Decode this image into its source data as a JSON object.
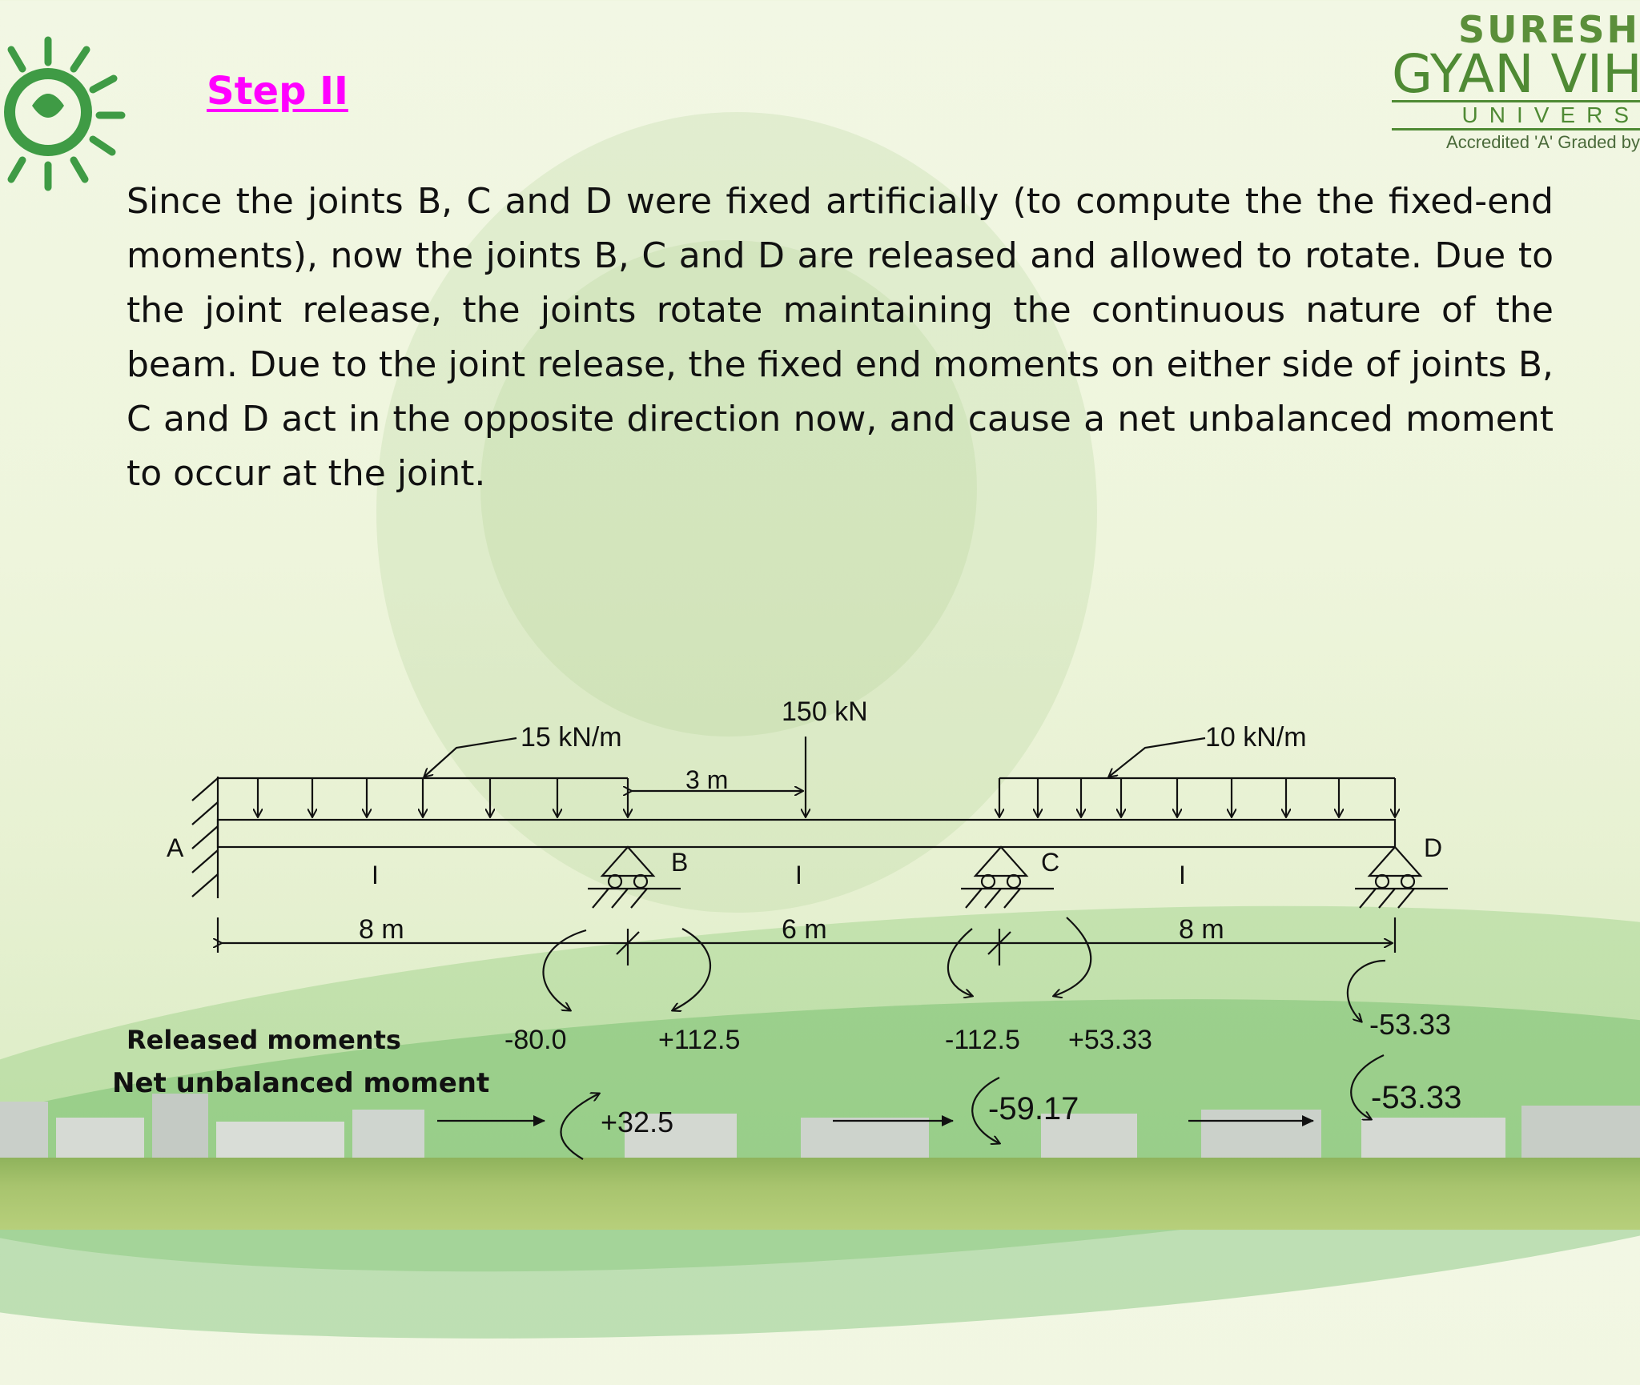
{
  "slide": {
    "title": "Step II",
    "paragraph": "Since the joints B, C and D were fixed artificially (to compute the the fixed-end moments), now the joints B, C and D are released and allowed to rotate. Due to the  joint release, the joints rotate maintaining the continuous nature of the beam. Due to the joint release, the fixed end moments on either side of joints B, C and D act in the opposite direction now, and cause a net unbalanced moment to occur at the joint."
  },
  "logo": {
    "line1": "SURESH",
    "line2": "GYAN VIH",
    "line3": "UNIVERS",
    "line4": "Accredited 'A' Graded by"
  },
  "diagram": {
    "loads": {
      "udl_left": "15 kN/m",
      "point_load": "150 kN",
      "point_offset": "3 m",
      "udl_right": "10 kN/m"
    },
    "joints": {
      "a": "A",
      "b": "B",
      "c": "C",
      "d": "D"
    },
    "inertia": {
      "span1": "I",
      "span2": "I",
      "span3": "I"
    },
    "spans": {
      "ab": "8 m",
      "bc": "6 m",
      "cd": "8 m"
    },
    "released_label": "Released moments",
    "released": {
      "b_left": "-80.0",
      "b_right": "+112.5",
      "c_left": "-112.5",
      "c_right": "+53.33",
      "d": "-53.33"
    },
    "net_label": "Net unbalanced moment",
    "net": {
      "b": "+32.5",
      "c": "-59.17",
      "d": "-53.33"
    }
  },
  "colors": {
    "title": "#ff00ff",
    "logo_green": "#4f8a34",
    "text": "#111111"
  }
}
